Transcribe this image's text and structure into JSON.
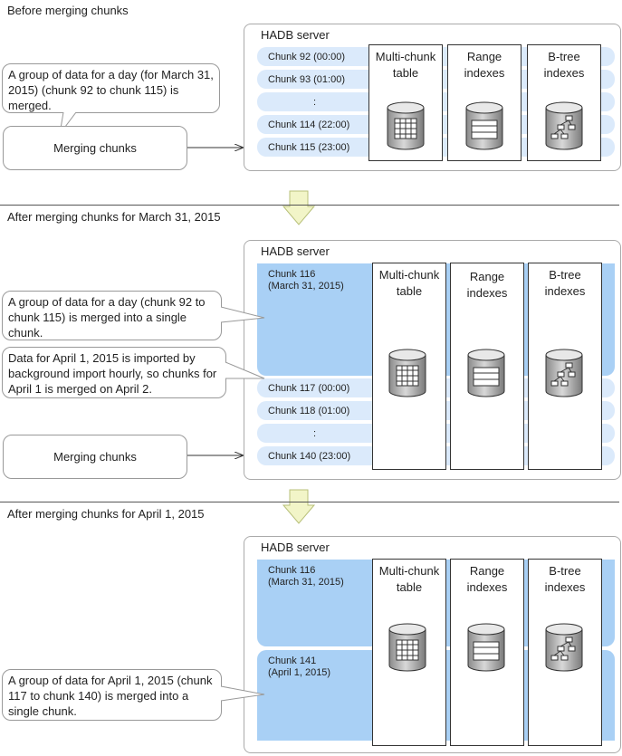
{
  "sections": [
    {
      "title": "Before merging chunks",
      "server_title": "HADB server",
      "chunks": [
        "Chunk 92 (00:00)",
        "Chunk 93 (01:00)",
        ":",
        "Chunk 114 (22:00)",
        "Chunk 115 (23:00)"
      ],
      "columns": [
        "Multi-chunk\ntable",
        "Range\nindexes",
        "B-tree\nindexes"
      ],
      "callout": "A group of data for a day (for March 31, 2015) (chunk 92 to chunk 115) is merged.",
      "merge_label": "Merging chunks"
    },
    {
      "title": "After merging chunks for March 31, 2015",
      "server_title": "HADB server",
      "big_chunk": "Chunk 116\n(March 31, 2015)",
      "chunks": [
        "Chunk 117 (00:00)",
        "Chunk 118 (01:00)",
        ":",
        "Chunk 140 (23:00)"
      ],
      "columns": [
        "Multi-chunk\ntable",
        "Range\nindexes",
        "B-tree\nindexes"
      ],
      "callout1": "A group of data for a day (chunk 92 to chunk 115) is merged into a single chunk.",
      "callout2": "Data for April 1, 2015 is imported by background import hourly, so chunks for April 1 is merged on April 2.",
      "merge_label": "Merging chunks"
    },
    {
      "title": "After merging chunks for April 1, 2015",
      "server_title": "HADB server",
      "big_chunk1": "Chunk 116\n(March 31, 2015)",
      "big_chunk2": "Chunk 141\n(April 1, 2015)",
      "columns": [
        "Multi-chunk\ntable",
        "Range\nindexes",
        "B-tree\nindexes"
      ],
      "callout": "A group of data for April 1, 2015 (chunk 117 to chunk 140) is merged into a single chunk."
    }
  ],
  "icons": [
    "table-db-icon",
    "range-index-db-icon",
    "btree-db-icon",
    "down-arrow-icon"
  ],
  "colors": {
    "chunk_light": "#dbeafb",
    "chunk_dark": "#a9d0f5",
    "arrow_fill": "#f2f5c8"
  }
}
